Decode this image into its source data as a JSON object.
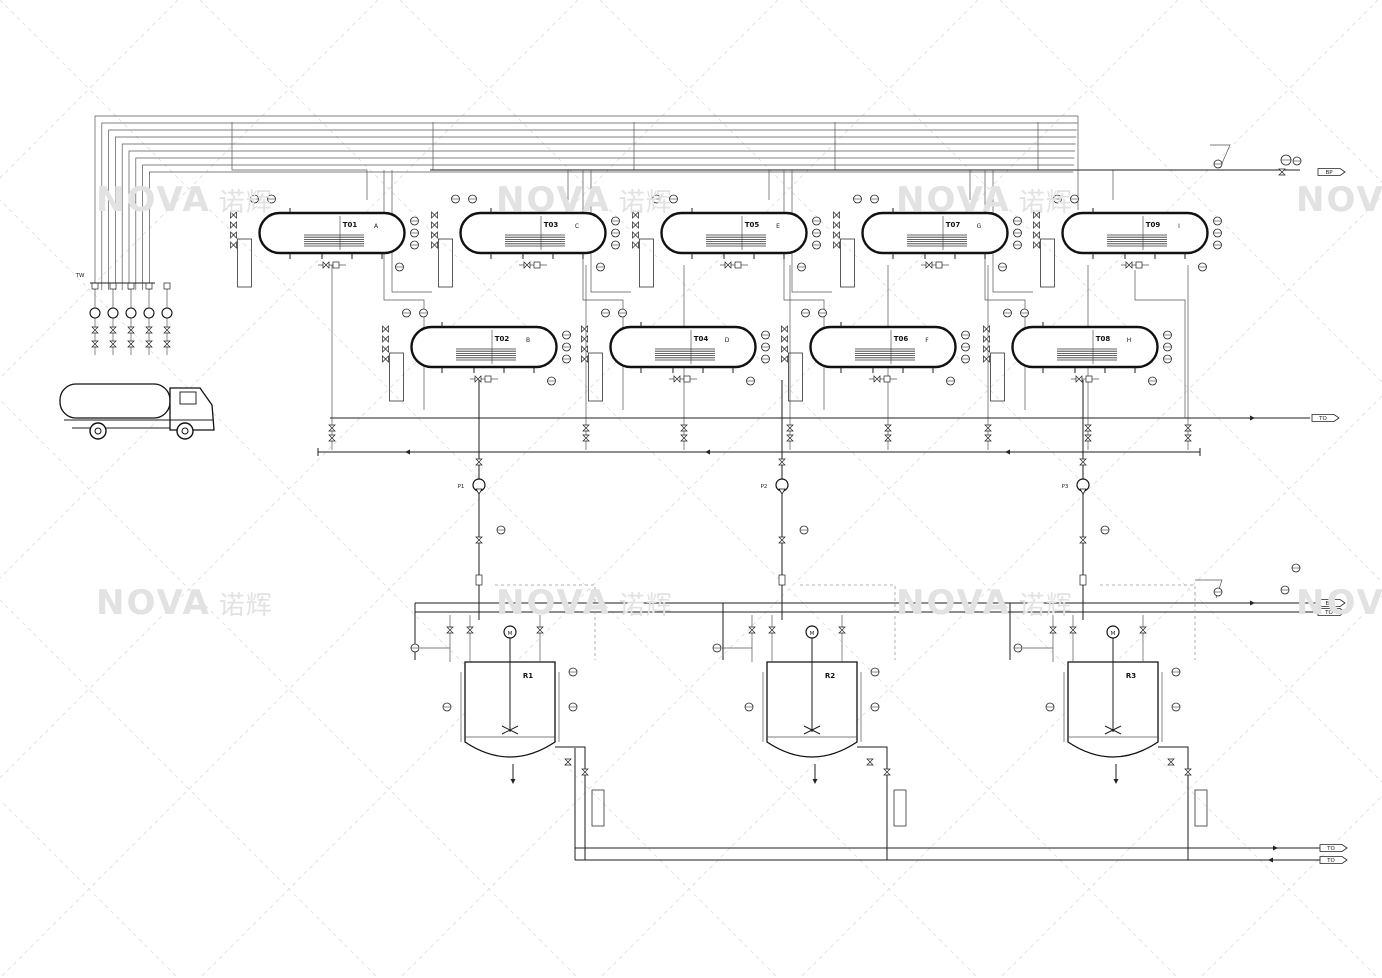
{
  "watermark": {
    "brand": "NOVA",
    "cn": "诺辉"
  },
  "storage_tanks": {
    "top_row": [
      {
        "tag": "T01",
        "name": "A"
      },
      {
        "tag": "T03",
        "name": "C"
      },
      {
        "tag": "T05",
        "name": "E"
      },
      {
        "tag": "T07",
        "name": "G"
      },
      {
        "tag": "T09",
        "name": "I"
      }
    ],
    "bottom_row": [
      {
        "tag": "T02",
        "name": "B"
      },
      {
        "tag": "T04",
        "name": "D"
      },
      {
        "tag": "T06",
        "name": "F"
      },
      {
        "tag": "T08",
        "name": "H"
      }
    ]
  },
  "reactors": [
    {
      "tag": "R1",
      "motor": "M"
    },
    {
      "tag": "R2",
      "motor": "M"
    },
    {
      "tag": "R3",
      "motor": "M"
    }
  ],
  "pumps": [
    {
      "tag": "P1"
    },
    {
      "tag": "P2"
    },
    {
      "tag": "P3"
    }
  ],
  "unloading": {
    "pump_count": 5,
    "header_label": "TW"
  },
  "outlets": {
    "top_right": "BP",
    "mid_right": "TO",
    "reactor_header_1": "BP",
    "reactor_header_2": "TO",
    "bottom_1": "TO",
    "bottom_2": "TO"
  },
  "colors": {
    "line": "#1e1e1e",
    "watermark": "#e2e2e2",
    "watermark_accent": "#dfe9d8"
  }
}
